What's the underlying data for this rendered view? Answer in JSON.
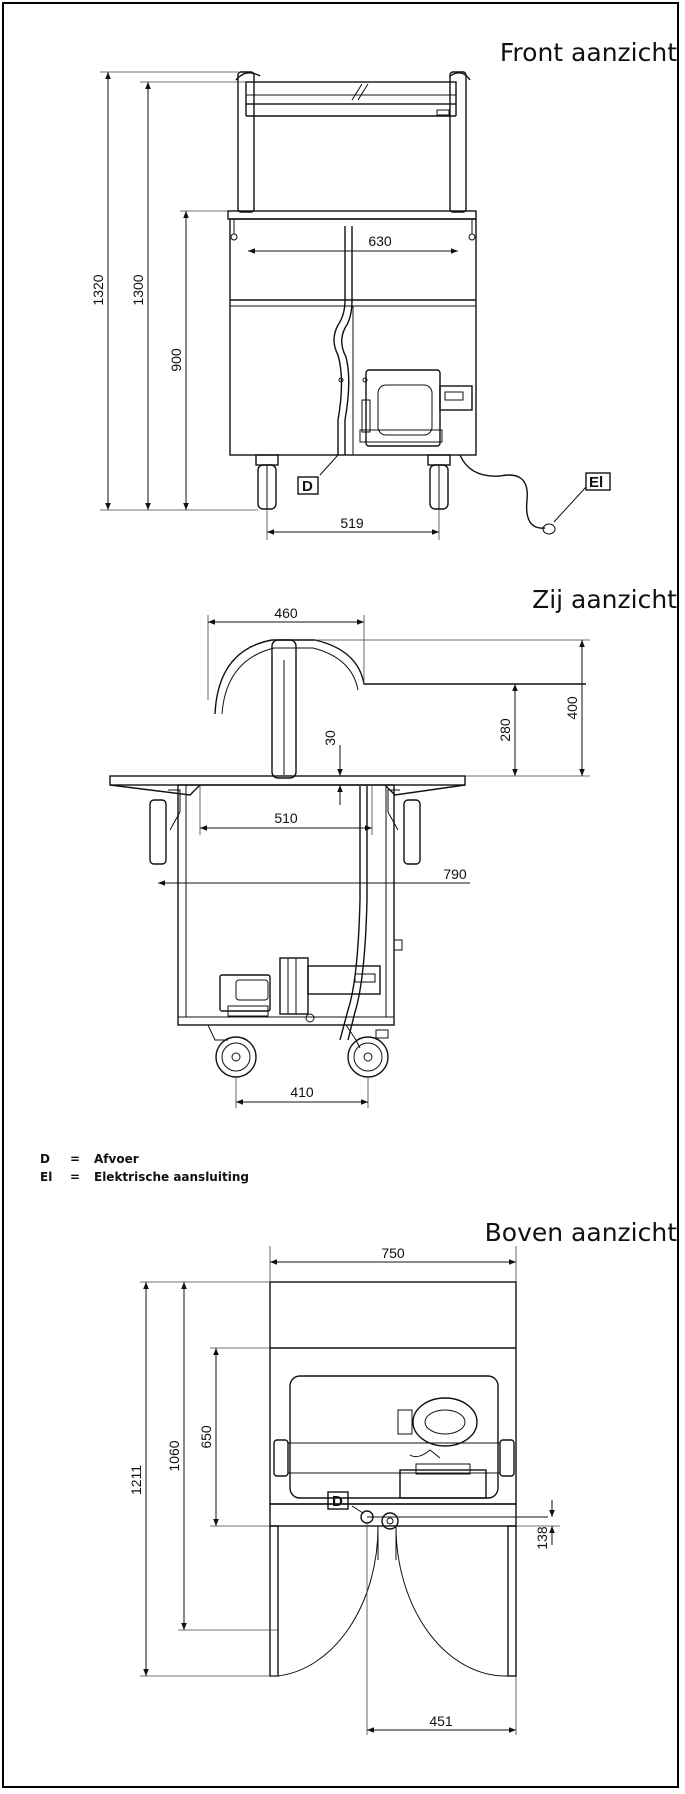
{
  "views": {
    "front": {
      "title": "Front aanzicht",
      "dims": {
        "total_height": "1320",
        "frame_height": "1300",
        "body_height": "900",
        "top_width": "630",
        "wheel_span": "519"
      },
      "tags": {
        "drain": "D",
        "electric": "El"
      }
    },
    "side": {
      "title": "Zij aanzicht",
      "dims": {
        "hood_width": "460",
        "hood_height": "400",
        "hood_clear": "280",
        "gap": "30",
        "inner_width": "510",
        "total_width": "790",
        "wheel_span": "410"
      }
    },
    "top": {
      "title": "Boven aanzicht",
      "dims": {
        "width": "750",
        "depth_doors": "1211",
        "depth": "1060",
        "inner_depth": "650",
        "drain_offset": "138",
        "drain_x": "451"
      },
      "tags": {
        "drain": "D"
      }
    }
  },
  "legend": [
    {
      "key": "D",
      "sep": "=",
      "label": "Afvoer"
    },
    {
      "key": "El",
      "sep": "=",
      "label": "Elektrische aansluiting"
    }
  ]
}
